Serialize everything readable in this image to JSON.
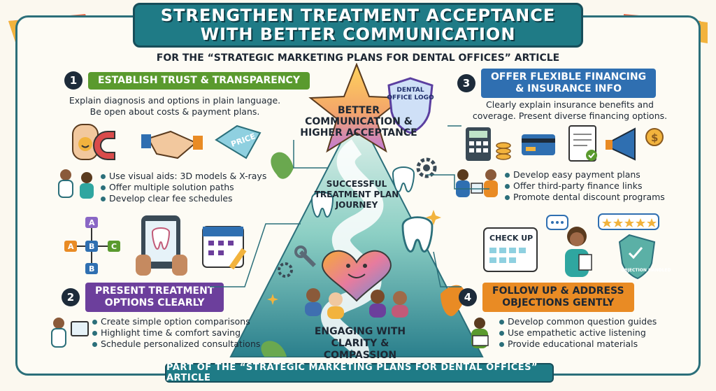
{
  "title": {
    "line1": "STRENGTHEN TREATMENT ACCEPTANCE",
    "line2": "WITH BETTER COMMUNICATION"
  },
  "subtitle": "FOR THE “STRATEGIC MARKETING PLANS FOR DENTAL OFFICES” ARTICLE",
  "footer": "PART OF THE “STRATEGIC MARKETING PLANS FOR DENTAL OFFICES” ARTICLE",
  "center": {
    "star_text": "BETTER COMMUNICATION & HIGHER ACCEPTANCE",
    "journey_text": "SUCCESSFUL TREATMENT PLAN JOURNEY",
    "bottom_text_line1": "ENGAGING WITH",
    "bottom_text_line2": "CLARITY & COMPASSION",
    "logo_text": "DENTAL OFFICE LOGO"
  },
  "sections": [
    {
      "number": "1",
      "heading": "ESTABLISH TRUST & TRANSPARENCY",
      "desc_line1": "Explain diagnosis and options in plain language.",
      "desc_line2": "Be open about costs & payment plans.",
      "tag_label": "PRICE",
      "bullets": [
        "Use visual aids: 3D models & X-rays",
        "Offer multiple solution paths",
        "Develop clear fee schedules"
      ]
    },
    {
      "number": "2",
      "heading_line1": "PRESENT TREATMENT",
      "heading_line2": "OPTIONS CLEARLY",
      "flow_nodes": [
        "A",
        "B",
        "C",
        "A",
        "B"
      ],
      "bullets": [
        "Create simple option comparisons",
        "Highlight time & comfort saving",
        "Schedule personalized consultations"
      ]
    },
    {
      "number": "3",
      "heading_line1": "OFFER FLEXIBLE FINANCING",
      "heading_line2": "& INSURANCE INFO",
      "desc_line1": "Clearly explain insurance benefits and",
      "desc_line2": "coverage. Present diverse financing options.",
      "bullets": [
        "Develop easy payment plans",
        "Offer third-party finance links",
        "Promote dental discount programs"
      ]
    },
    {
      "number": "4",
      "heading_line1": "FOLLOW UP & ADDRESS",
      "heading_line2": "OBJECTIONS GENTLY",
      "checkup_label": "CHECK UP",
      "badge_label": "OBJECTION HANDLED",
      "bullets": [
        "Develop common question guides",
        "Use empathetic active listening",
        "Provide educational materials"
      ]
    }
  ],
  "colors": {
    "teal": "#1f7b86",
    "green": "#5a9a2e",
    "blue": "#2f6fb1",
    "purple": "#6c3f9c",
    "orange": "#e98b24"
  }
}
